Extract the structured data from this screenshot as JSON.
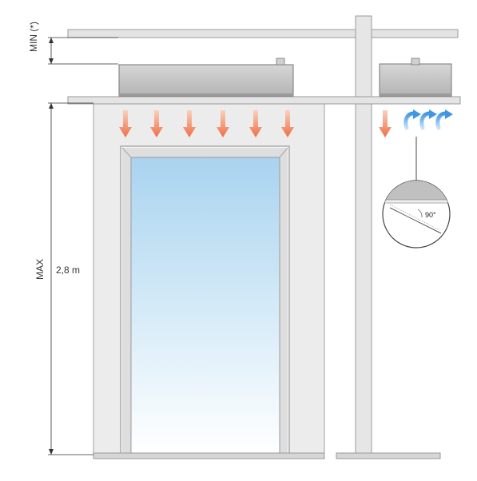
{
  "labels": {
    "min": "MIN (*)",
    "max": "MAX",
    "height": "2,8 m",
    "angle": "90°"
  },
  "colors": {
    "structure": "#e4e4e4",
    "structure_stroke": "#9a9a9a",
    "unit_body": "#c4c4c4",
    "unit_stroke": "#777777",
    "warm_air": "#ef7a52",
    "cool_air": "#5aa7e8",
    "glass_top": "#a9d3f0",
    "glass_bottom": "#ffffff"
  }
}
